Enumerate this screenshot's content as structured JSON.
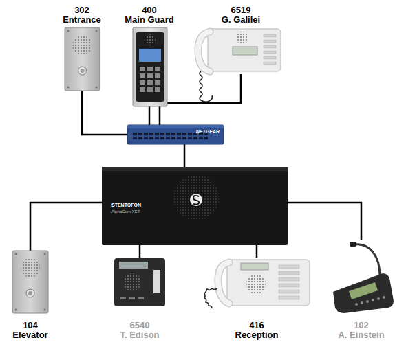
{
  "diagram": {
    "nodes": [
      {
        "text": [
          "302",
          "Entrance"
        ]
      },
      {
        "text": [
          "400",
          "Main Guard"
        ]
      },
      {
        "text": [
          "6519",
          "G. Galilei"
        ]
      },
      {
        "text": [
          "NETGEAR"
        ]
      },
      {
        "text": [
          "STENTOFON",
          "AlphaCom XE7"
        ]
      },
      {
        "text": [
          "104",
          "Elevator"
        ]
      },
      {
        "text": [
          "6540",
          "T. Edison"
        ]
      },
      {
        "text": [
          "416",
          "Reception"
        ]
      },
      {
        "text": [
          "102",
          "A. Einstein"
        ]
      }
    ],
    "edges": [
      {
        "from": 0,
        "to": 3,
        "arrow": "none"
      },
      {
        "from": 1,
        "to": 3,
        "arrow": "none"
      },
      {
        "from": 2,
        "to": 3,
        "arrow": "none"
      },
      {
        "from": 3,
        "to": 4,
        "arrow": "none"
      },
      {
        "from": 4,
        "to": 5,
        "arrow": "none"
      },
      {
        "from": 4,
        "to": 6,
        "arrow": "none"
      },
      {
        "from": 4,
        "to": 7,
        "arrow": "none"
      },
      {
        "from": 4,
        "to": 8,
        "arrow": "none"
      }
    ]
  }
}
